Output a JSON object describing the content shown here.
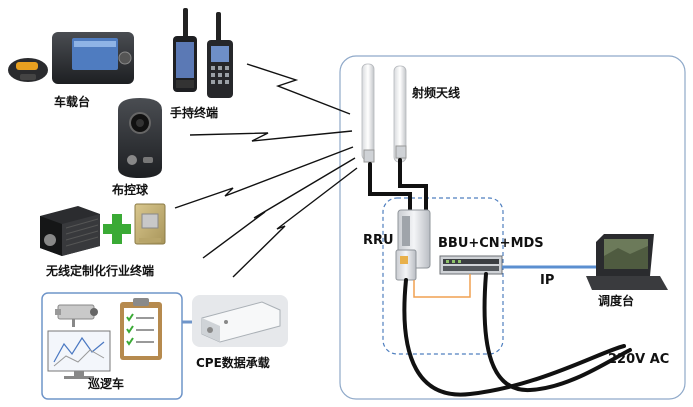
{
  "labels": {
    "vehicle_radio": "车载台",
    "handheld_terminal": "手持终端",
    "dome_camera": "布控球",
    "wireless_terminal": "无线定制化行业终端",
    "patrol_car": "巡逻车",
    "cpe": "CPE数据承载",
    "rf_antenna": "射频天线",
    "rru": "RRU",
    "core": "BBU+CN+MDS",
    "ip": "IP",
    "dispatch": "调度台",
    "power": "220V AC"
  },
  "colors": {
    "frame_border": "#8fa9c9",
    "dashed_border": "#4f7fbf",
    "patrol_border": "#6f95c9",
    "green_plus": "#3aaa35",
    "ip_link": "#5b8fd0",
    "fiber": "#f0a050",
    "cable": "#111111"
  },
  "icons": [
    "vehicle-radio-icon",
    "handheld-phone-icon",
    "handheld-radio-icon",
    "dome-camera-icon",
    "industrial-module-icon",
    "cpe-icon",
    "antenna-icon",
    "rru-icon",
    "bbu-rack-icon",
    "laptop-icon",
    "cctv-camera-icon",
    "monitor-icon",
    "clipboard-icon",
    "lightning-icon"
  ]
}
